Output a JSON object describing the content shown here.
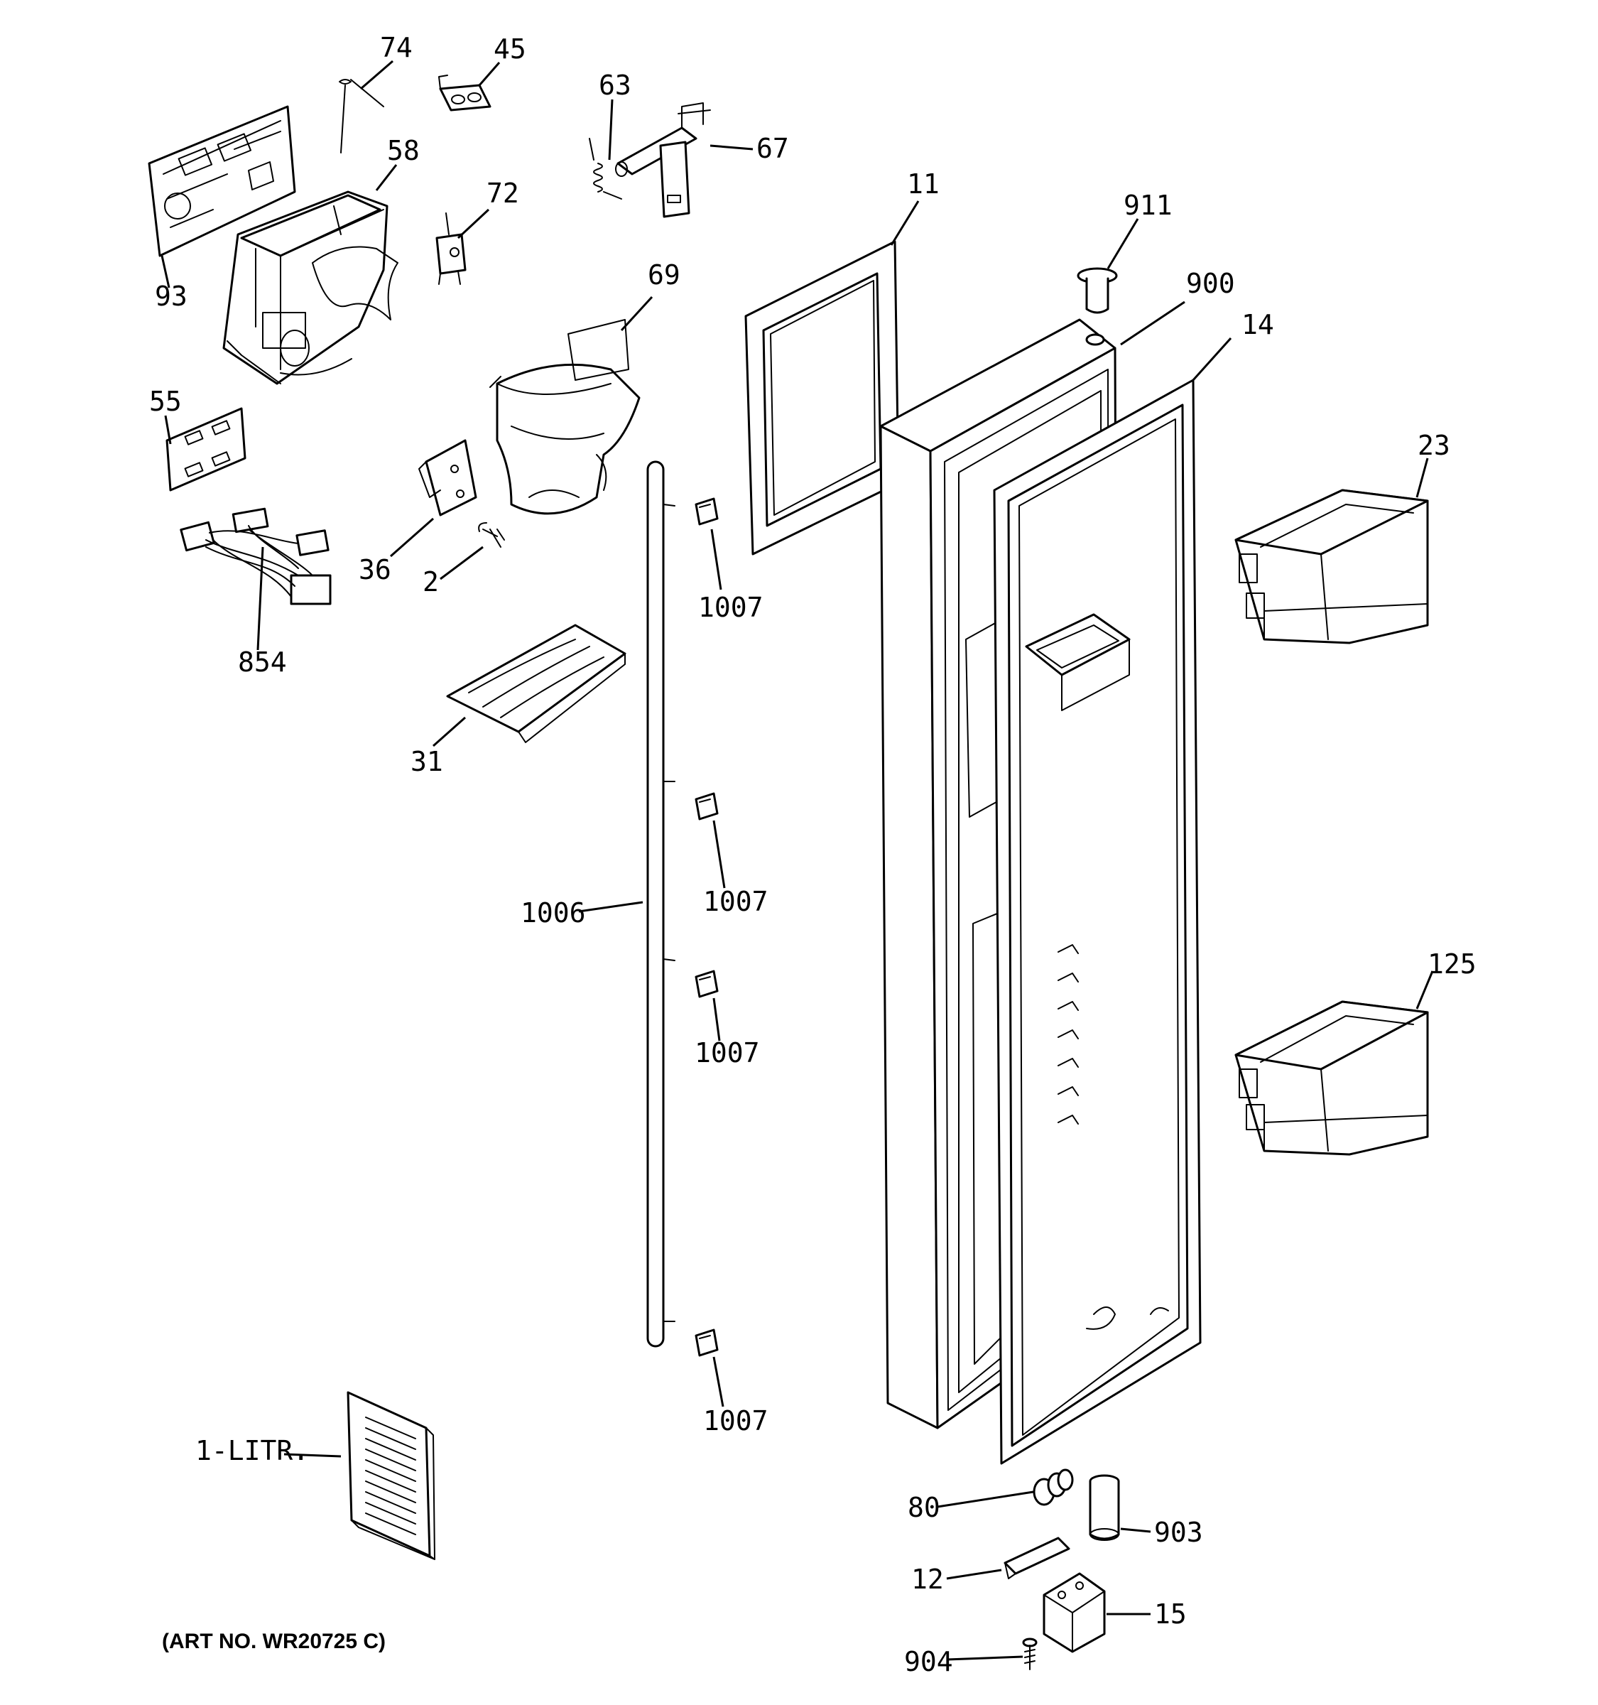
{
  "labels": {
    "l74": "74",
    "l45": "45",
    "l63": "63",
    "l67": "67",
    "l58": "58",
    "l72": "72",
    "l93": "93",
    "l11": "11",
    "l911": "911",
    "l900": "900",
    "l69": "69",
    "l14": "14",
    "l55": "55",
    "l23": "23",
    "l36": "36",
    "l2": "2",
    "l1007a": "1007",
    "l854": "854",
    "l31": "31",
    "l1007b": "1007",
    "l1006": "1006",
    "l1007c": "1007",
    "l125": "125",
    "l1007d": "1007",
    "l1litr": "1-LITR.",
    "l80": "80",
    "l903": "903",
    "l12": "12",
    "l15": "15",
    "l904": "904"
  },
  "art_number": "(ART NO. WR20725 C)"
}
